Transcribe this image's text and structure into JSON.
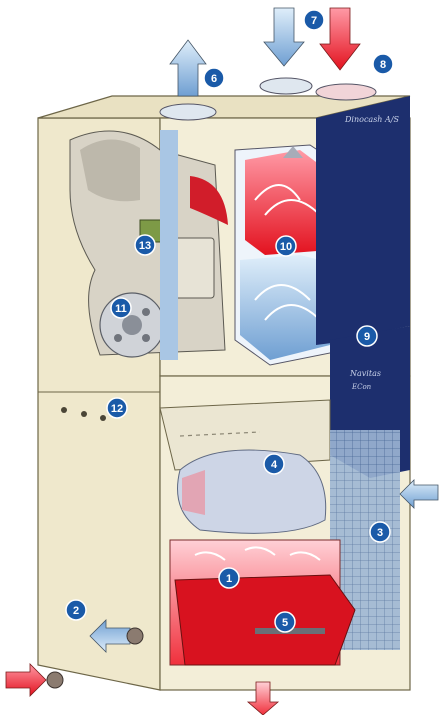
{
  "callouts": [
    {
      "id": "1",
      "label": "1"
    },
    {
      "id": "2",
      "label": "2"
    },
    {
      "id": "3",
      "label": "3"
    },
    {
      "id": "4",
      "label": "4"
    },
    {
      "id": "5",
      "label": "5"
    },
    {
      "id": "6",
      "label": "6"
    },
    {
      "id": "7",
      "label": "7"
    },
    {
      "id": "8",
      "label": "8"
    },
    {
      "id": "9",
      "label": "9"
    },
    {
      "id": "10",
      "label": "10"
    },
    {
      "id": "11",
      "label": "11"
    },
    {
      "id": "12",
      "label": "12"
    },
    {
      "id": "13",
      "label": "13"
    }
  ],
  "plates": {
    "upper": "Dinocash A/S",
    "lower_line1": "Navitas",
    "lower_line2": "ECon"
  },
  "colors": {
    "callout": "#1a5aa8",
    "cabinet": "#f1ecd2",
    "panel_navy": "#1d2f6e",
    "hot": "#e3121f",
    "cool": "#8fb6df"
  }
}
